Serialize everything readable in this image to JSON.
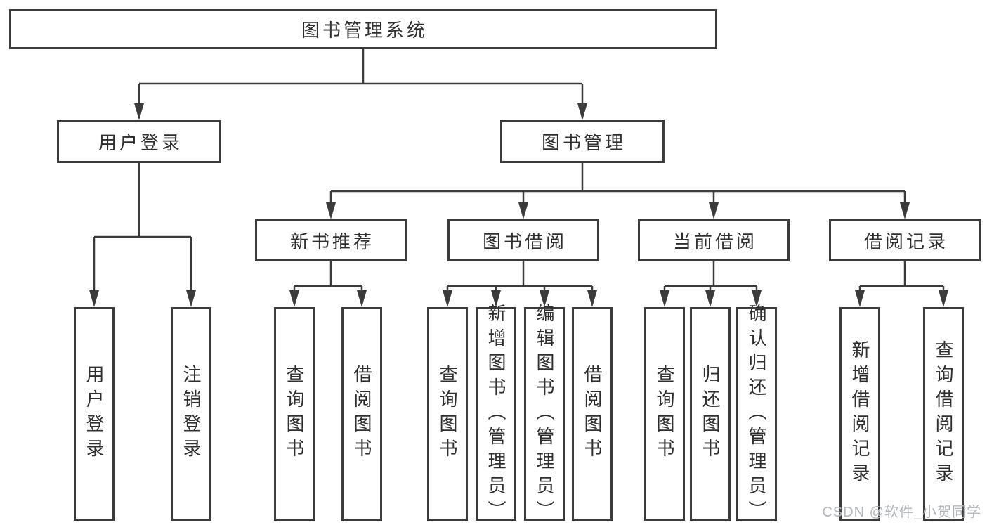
{
  "diagram": {
    "root": {
      "label": "图书管理系统"
    },
    "branches": [
      {
        "label": "用户登录",
        "children": [
          {
            "label": "用户登录"
          },
          {
            "label": "注销登录"
          }
        ]
      },
      {
        "label": "图书管理",
        "children": [
          {
            "label": "新书推荐",
            "children": [
              {
                "label": "查询图书"
              },
              {
                "label": "借阅图书"
              }
            ]
          },
          {
            "label": "图书借阅",
            "children": [
              {
                "label": "查询图书"
              },
              {
                "label": "新增图书（管理员）"
              },
              {
                "label": "编辑图书（管理员）"
              },
              {
                "label": "借阅图书"
              }
            ]
          },
          {
            "label": "当前借阅",
            "children": [
              {
                "label": "查询图书"
              },
              {
                "label": "归还图书"
              },
              {
                "label": "确认归还（管理员）"
              }
            ]
          },
          {
            "label": "借阅记录",
            "children": [
              {
                "label": "新增借阅记录"
              },
              {
                "label": "查询借阅记录"
              }
            ]
          }
        ]
      }
    ]
  },
  "watermark": {
    "text": "CSDN @软件_小贺同学"
  },
  "colors": {
    "line": "#3b3b3b",
    "box_border": "#3b3b3b",
    "text": "#2f2f2f",
    "background": "#ffffff",
    "watermark": "#b2b6ba"
  }
}
